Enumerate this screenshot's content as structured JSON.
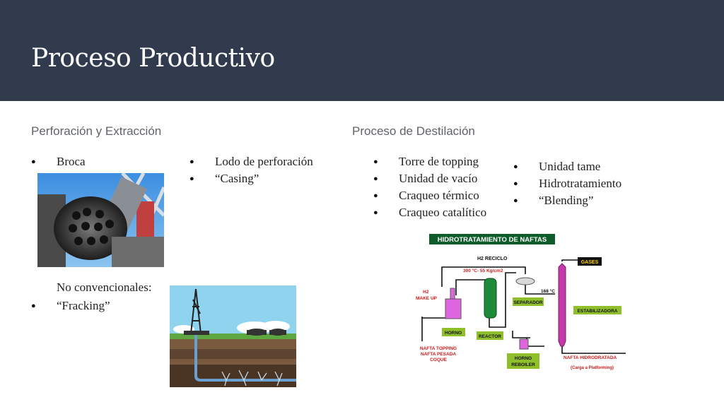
{
  "slide": {
    "title": "Proceso Productivo",
    "left": {
      "heading": "Perforación y Extracción",
      "col1_bullets": [
        "Broca"
      ],
      "col2_bullets": [
        "Lodo de perforación",
        "“Casing”"
      ],
      "no_conv_label": "No convencionales:",
      "no_conv_bullets": [
        "“Fracking”"
      ]
    },
    "right": {
      "heading": "Proceso de Destilación",
      "col1_bullets": [
        "Torre de topping",
        "Unidad de vacío",
        "Craqueo térmico",
        "Craqueo catalítico"
      ],
      "col2_bullets": [
        "Unidad tame",
        "Hidrotratamiento",
        " “Blending”"
      ]
    }
  },
  "diagram": {
    "title": "HIDROTRATAMIENTO DE NAFTAS",
    "labels": {
      "h2_reciclo": "H2  RECICLO",
      "conditions": "300 °C- 55 Kg/cm2",
      "h2": "H2",
      "make_up": "MAKE UP",
      "temp": "168 °C",
      "gases": "GASES",
      "separador": "SEPARADOR",
      "estabilizadora": "ESTABILIZADORA",
      "horno": "HORNO",
      "reactor": "REACTOR",
      "horno_reboiler_1": "HORNO",
      "horno_reboiler_2": "REBOILER",
      "feed_1": "NAFTA TOPPING",
      "feed_2": "NAFTA PESADA",
      "feed_3": "COQUE",
      "product": "NAFTA HIDRODRATADA",
      "product_note": "(Carga a Platforming)"
    }
  }
}
